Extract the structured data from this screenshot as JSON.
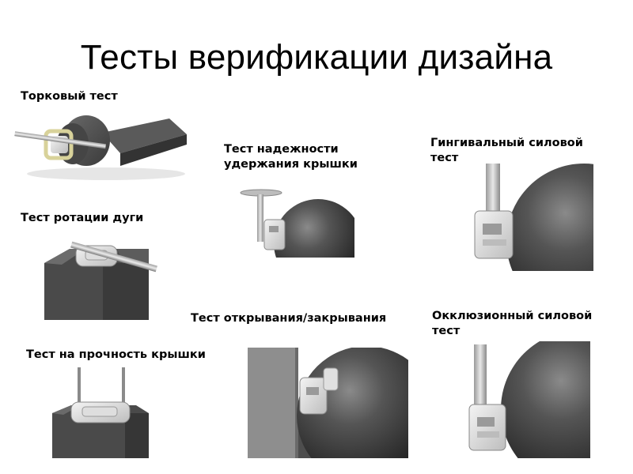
{
  "title": "Тесты верификации дизайна",
  "tests": {
    "torque": "Торковый тест",
    "arch_rotation": "Тест ротации дуги",
    "cap_strength": "Тест на прочность крышки",
    "cap_retention_line1": "Тест надежности",
    "cap_retention_line2": "удержания крышки",
    "gingival_line1": "Гингивальный силовой",
    "gingival_line2": "тест",
    "open_close": "Тест открывания/закрывания",
    "occlusal_line1": "Окклюзионный силовой",
    "occlusal_line2": "тест"
  }
}
